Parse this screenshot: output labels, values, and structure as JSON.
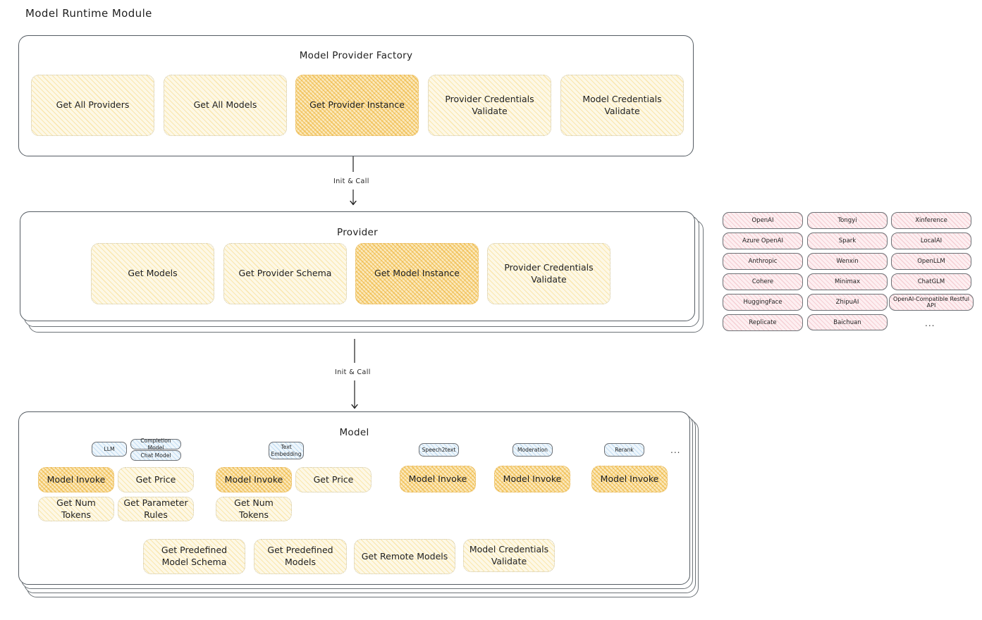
{
  "page": {
    "title": "Model Runtime Module"
  },
  "connectors": [
    {
      "label": "Init & Call"
    },
    {
      "label": "Init & Call"
    }
  ],
  "factory": {
    "title": "Model Provider Factory",
    "items": [
      {
        "label": "Get All Providers",
        "highlight": false
      },
      {
        "label": "Get All Models",
        "highlight": false
      },
      {
        "label": "Get Provider Instance",
        "highlight": true
      },
      {
        "label": "Provider Credentials Validate",
        "highlight": false
      },
      {
        "label": "Model Credentials Validate",
        "highlight": false
      }
    ]
  },
  "provider": {
    "title": "Provider",
    "items": [
      {
        "label": "Get Models",
        "highlight": false
      },
      {
        "label": "Get Provider Schema",
        "highlight": false
      },
      {
        "label": "Get Model Instance",
        "highlight": true
      },
      {
        "label": "Provider Credentials Validate",
        "highlight": false
      }
    ]
  },
  "provider_list": {
    "columns": [
      [
        "OpenAI",
        "Azure OpenAI",
        "Anthropic",
        "Cohere",
        "HuggingFace",
        "Replicate"
      ],
      [
        "Tongyi",
        "Spark",
        "Wenxin",
        "Minimax",
        "ZhipuAI",
        "Baichuan"
      ],
      [
        "Xinference",
        "LocalAI",
        "OpenLLM",
        "ChatGLM",
        "OpenAI-Compatible Restful API"
      ]
    ],
    "more": "..."
  },
  "model": {
    "title": "Model",
    "more": "...",
    "types": [
      {
        "badge": "LLM",
        "sub_badges": [
          "Completion Model",
          "Chat Model"
        ]
      },
      {
        "badge": "Text Embedding",
        "sub_badges": []
      },
      {
        "badge": "Speech2text",
        "sub_badges": []
      },
      {
        "badge": "Moderation",
        "sub_badges": []
      },
      {
        "badge": "Rerank",
        "sub_badges": []
      }
    ],
    "llm_ops": [
      {
        "label": "Model Invoke",
        "highlight": true
      },
      {
        "label": "Get Price",
        "highlight": false
      },
      {
        "label": "Get Num Tokens",
        "highlight": false
      },
      {
        "label": "Get Parameter Rules",
        "highlight": false
      }
    ],
    "embedding_ops": [
      {
        "label": "Model Invoke",
        "highlight": true
      },
      {
        "label": "Get Price",
        "highlight": false
      },
      {
        "label": "Get Num Tokens",
        "highlight": false
      }
    ],
    "speech2text_ops": [
      {
        "label": "Model Invoke",
        "highlight": true
      }
    ],
    "moderation_ops": [
      {
        "label": "Model Invoke",
        "highlight": true
      }
    ],
    "rerank_ops": [
      {
        "label": "Model Invoke",
        "highlight": true
      }
    ],
    "common_ops": [
      {
        "label": "Get Predefined Model Schema",
        "highlight": false
      },
      {
        "label": "Get Predefined Models",
        "highlight": false
      },
      {
        "label": "Get Remote Models",
        "highlight": false
      },
      {
        "label": "Model Credentials Validate",
        "highlight": false
      }
    ]
  },
  "colors": {
    "hatch_light": "#f3c852",
    "hatch_strong": "#ebaa20",
    "pink": "#e28491",
    "blue": "#6eaadc",
    "stroke": "#555c63"
  }
}
